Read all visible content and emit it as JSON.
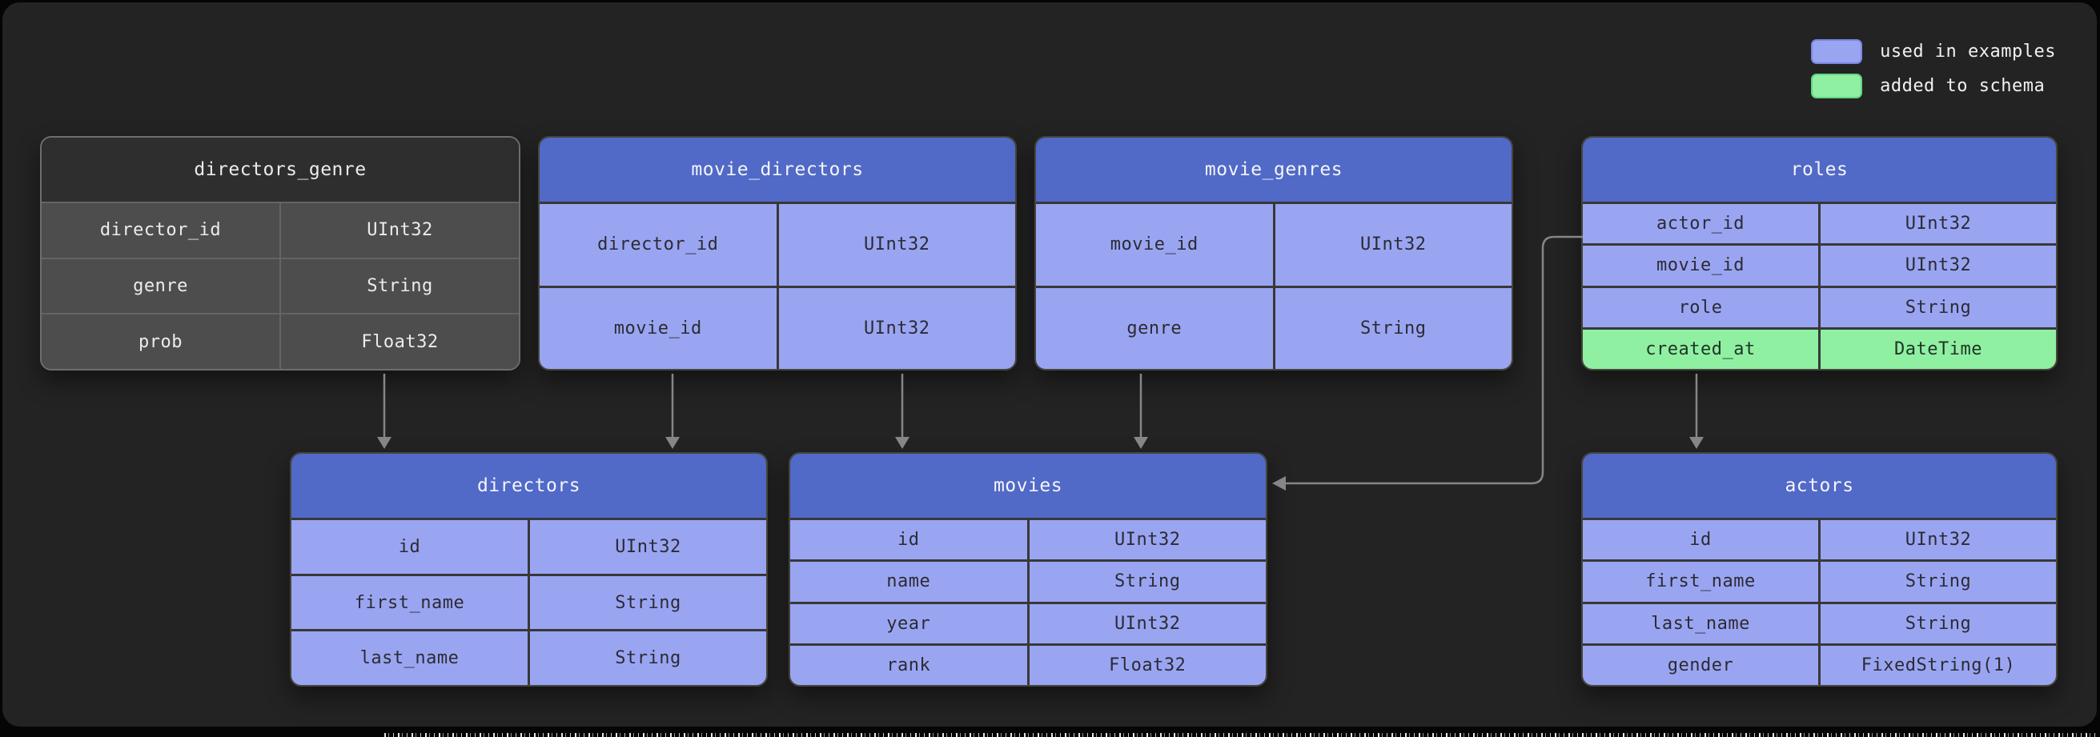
{
  "legend": {
    "items": [
      {
        "label": "used in examples",
        "swatch_color": "#9aa5f2"
      },
      {
        "label": "added to schema",
        "swatch_color": "#90f0a2"
      }
    ]
  },
  "diagram": {
    "tables": [
      {
        "id": "directors_genre",
        "title": "directors_genre",
        "style": "muted",
        "rows": [
          {
            "field": "director_id",
            "type": "UInt32"
          },
          {
            "field": "genre",
            "type": "String"
          },
          {
            "field": "prob",
            "type": "Float32"
          }
        ]
      },
      {
        "id": "movie_directors",
        "title": "movie_directors",
        "style": "highlight",
        "rows": [
          {
            "field": "director_id",
            "type": "UInt32"
          },
          {
            "field": "movie_id",
            "type": "UInt32"
          }
        ]
      },
      {
        "id": "movie_genres",
        "title": "movie_genres",
        "style": "highlight",
        "rows": [
          {
            "field": "movie_id",
            "type": "UInt32"
          },
          {
            "field": "genre",
            "type": "String"
          }
        ]
      },
      {
        "id": "roles",
        "title": "roles",
        "style": "highlight",
        "rows": [
          {
            "field": "actor_id",
            "type": "UInt32"
          },
          {
            "field": "movie_id",
            "type": "UInt32"
          },
          {
            "field": "role",
            "type": "String"
          },
          {
            "field": "created_at",
            "type": "DateTime",
            "added": true
          }
        ]
      },
      {
        "id": "directors",
        "title": "directors",
        "style": "highlight",
        "rows": [
          {
            "field": "id",
            "type": "UInt32"
          },
          {
            "field": "first_name",
            "type": "String"
          },
          {
            "field": "last_name",
            "type": "String"
          }
        ]
      },
      {
        "id": "movies",
        "title": "movies",
        "style": "highlight",
        "rows": [
          {
            "field": "id",
            "type": "UInt32"
          },
          {
            "field": "name",
            "type": "String"
          },
          {
            "field": "year",
            "type": "UInt32"
          },
          {
            "field": "rank",
            "type": "Float32"
          }
        ]
      },
      {
        "id": "actors",
        "title": "actors",
        "style": "highlight",
        "rows": [
          {
            "field": "id",
            "type": "UInt32"
          },
          {
            "field": "first_name",
            "type": "String"
          },
          {
            "field": "last_name",
            "type": "String"
          },
          {
            "field": "gender",
            "type": "FixedString(1)"
          }
        ]
      }
    ],
    "edges": [
      {
        "from": "directors_genre",
        "to": "directors"
      },
      {
        "from": "movie_directors",
        "to": "directors"
      },
      {
        "from": "movie_directors",
        "to": "movies"
      },
      {
        "from": "movie_genres",
        "to": "movies"
      },
      {
        "from": "roles",
        "to": "actors"
      },
      {
        "from": "roles",
        "to": "movies"
      }
    ],
    "colors": {
      "highlight_header": "#5169c7",
      "highlight_row": "#9aa5f2",
      "added_row": "#90f0a2",
      "muted_header": "#2e2e2e",
      "muted_row": "#4d4d4d",
      "edge_line": "#868686",
      "canvas": "#232323"
    }
  }
}
